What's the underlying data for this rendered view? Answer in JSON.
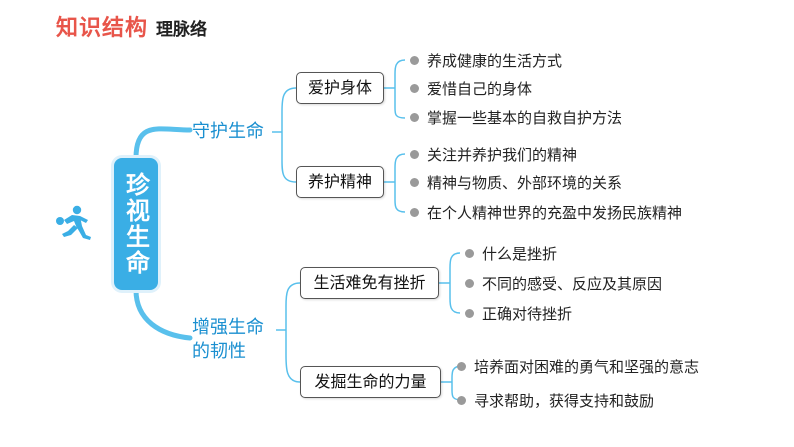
{
  "header": {
    "title": "知识结构",
    "subtitle": "理脉络"
  },
  "root": {
    "label": "珍视生命"
  },
  "branches": [
    {
      "label": "守护生命",
      "topics": [
        {
          "label": "爱护身体",
          "items": [
            "养成健康的生活方式",
            "爱惜自己的身体",
            "掌握一些基本的自救自护方法"
          ]
        },
        {
          "label": "养护精神",
          "items": [
            "关注并养护我们的精神",
            "精神与物质、外部环境的关系",
            "在个人精神世界的充盈中发扬民族精神"
          ]
        }
      ]
    },
    {
      "label": "增强生命的韧性",
      "label_lines": [
        "增强生命",
        "的韧性"
      ],
      "topics": [
        {
          "label": "生活难免有挫折",
          "items": [
            "什么是挫折",
            "不同的感受、反应及其原因",
            "正确对待挫折"
          ]
        },
        {
          "label": "发掘生命的力量",
          "items": [
            "培养面对困难的勇气和坚强的意志",
            "寻求帮助，获得支持和鼓励"
          ]
        }
      ]
    }
  ],
  "colors": {
    "accent": "#3aaee5",
    "branch_text": "#1a8fd0",
    "header": "#e8554a",
    "line": "#59c0ec"
  },
  "decor": {
    "runner_icon": "basketball-player-icon"
  }
}
